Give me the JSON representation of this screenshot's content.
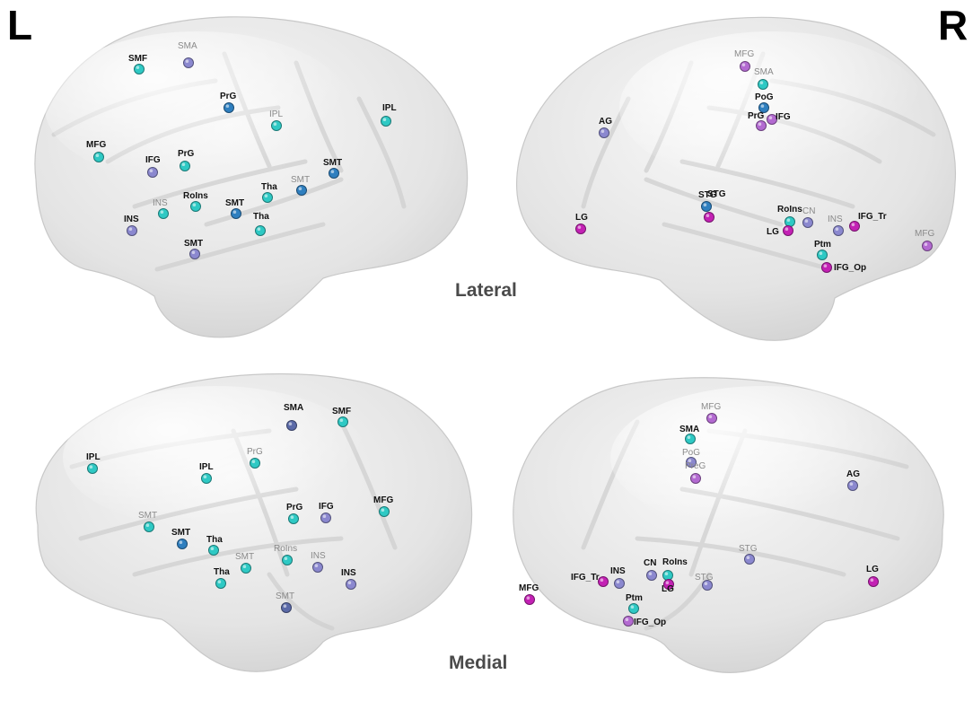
{
  "labels": {
    "left": "L",
    "right": "R",
    "lateral": "Lateral",
    "medial": "Medial"
  },
  "colors": {
    "cyan": "#2ec9c4",
    "blue": "#2f7fbf",
    "lavender": "#8b88cf",
    "violet": "#b36ad1",
    "magenta": "#c321b4",
    "slate": "#5b6aa8",
    "brain_fill": "#ececec",
    "brain_sulcus": "#d9d9d9"
  },
  "panels": [
    {
      "id": "left-lateral",
      "nodes": [
        {
          "label": "SMF",
          "color": "cyan",
          "style": "dark"
        },
        {
          "label": "SMA",
          "color": "lavender",
          "style": "faint"
        },
        {
          "label": "PrG",
          "color": "blue",
          "style": "dark"
        },
        {
          "label": "IPL",
          "color": "cyan",
          "style": "faint"
        },
        {
          "label": "IPL",
          "color": "cyan",
          "style": "dark"
        },
        {
          "label": "MFG",
          "color": "cyan",
          "style": "dark"
        },
        {
          "label": "IFG",
          "color": "lavender",
          "style": "dark"
        },
        {
          "label": "PrG",
          "color": "cyan",
          "style": "dark"
        },
        {
          "label": "SMT",
          "color": "blue",
          "style": "dark"
        },
        {
          "label": "SMT",
          "color": "blue",
          "style": "faint"
        },
        {
          "label": "Tha",
          "color": "cyan",
          "style": "dark"
        },
        {
          "label": "RoIns",
          "color": "cyan",
          "style": "dark"
        },
        {
          "label": "INS",
          "color": "cyan",
          "style": "faint"
        },
        {
          "label": "SMT",
          "color": "blue",
          "style": "dark"
        },
        {
          "label": "Tha",
          "color": "cyan",
          "style": "dark"
        },
        {
          "label": "INS",
          "color": "lavender",
          "style": "dark"
        },
        {
          "label": "SMT",
          "color": "lavender",
          "style": "dark"
        }
      ]
    },
    {
      "id": "right-lateral",
      "nodes": [
        {
          "label": "MFG",
          "color": "violet",
          "style": "faint"
        },
        {
          "label": "SMA",
          "color": "cyan",
          "style": "faint"
        },
        {
          "label": "PoG",
          "color": "blue",
          "style": "dark"
        },
        {
          "label": "PrG",
          "color": "violet",
          "style": "dark"
        },
        {
          "label": "IFG",
          "color": "violet",
          "style": "dark"
        },
        {
          "label": "AG",
          "color": "lavender",
          "style": "dark"
        },
        {
          "label": "STG",
          "color": "blue",
          "style": "dark"
        },
        {
          "label": "STG",
          "color": "magenta",
          "style": "dark"
        },
        {
          "label": "RoIns",
          "color": "cyan",
          "style": "dark"
        },
        {
          "label": "CN",
          "color": "lavender",
          "style": "faint"
        },
        {
          "label": "LG",
          "color": "magenta",
          "style": "dark"
        },
        {
          "label": "INS",
          "color": "lavender",
          "style": "faint"
        },
        {
          "label": "IFG_Tr",
          "color": "magenta",
          "style": "dark"
        },
        {
          "label": "LG",
          "color": "magenta",
          "style": "dark"
        },
        {
          "label": "Ptm",
          "color": "cyan",
          "style": "dark"
        },
        {
          "label": "IFG_Op",
          "color": "magenta",
          "style": "dark"
        },
        {
          "label": "MFG",
          "color": "violet",
          "style": "faint"
        }
      ]
    },
    {
      "id": "left-medial",
      "nodes": [
        {
          "label": "SMA",
          "color": "slate",
          "style": "dark"
        },
        {
          "label": "SMF",
          "color": "cyan",
          "style": "dark"
        },
        {
          "label": "IPL",
          "color": "cyan",
          "style": "dark"
        },
        {
          "label": "PrG",
          "color": "cyan",
          "style": "faint"
        },
        {
          "label": "IPL",
          "color": "cyan",
          "style": "dark"
        },
        {
          "label": "MFG",
          "color": "cyan",
          "style": "dark"
        },
        {
          "label": "PrG",
          "color": "cyan",
          "style": "dark"
        },
        {
          "label": "IFG",
          "color": "lavender",
          "style": "dark"
        },
        {
          "label": "SMT",
          "color": "cyan",
          "style": "faint"
        },
        {
          "label": "SMT",
          "color": "blue",
          "style": "dark"
        },
        {
          "label": "Tha",
          "color": "cyan",
          "style": "dark"
        },
        {
          "label": "SMT",
          "color": "cyan",
          "style": "faint"
        },
        {
          "label": "RoIns",
          "color": "cyan",
          "style": "faint"
        },
        {
          "label": "INS",
          "color": "lavender",
          "style": "faint"
        },
        {
          "label": "INS",
          "color": "lavender",
          "style": "dark"
        },
        {
          "label": "Tha",
          "color": "cyan",
          "style": "dark"
        },
        {
          "label": "SMT",
          "color": "slate",
          "style": "faint"
        }
      ]
    },
    {
      "id": "right-medial",
      "nodes": [
        {
          "label": "MFG",
          "color": "violet",
          "style": "faint"
        },
        {
          "label": "SMA",
          "color": "cyan",
          "style": "dark"
        },
        {
          "label": "PoG",
          "color": "lavender",
          "style": "faint"
        },
        {
          "label": "PreG",
          "color": "violet",
          "style": "faint"
        },
        {
          "label": "AG",
          "color": "lavender",
          "style": "dark"
        },
        {
          "label": "STG",
          "color": "lavender",
          "style": "faint"
        },
        {
          "label": "IFG_Tr",
          "color": "magenta",
          "style": "dark"
        },
        {
          "label": "INS",
          "color": "lavender",
          "style": "dark"
        },
        {
          "label": "CN",
          "color": "lavender",
          "style": "dark"
        },
        {
          "label": "RoIns",
          "color": "cyan",
          "style": "dark"
        },
        {
          "label": "STG",
          "color": "lavender",
          "style": "faint"
        },
        {
          "label": "LG",
          "color": "magenta",
          "style": "dark"
        },
        {
          "label": "LG",
          "color": "magenta",
          "style": "dark"
        },
        {
          "label": "MFG",
          "color": "magenta",
          "style": "dark"
        },
        {
          "label": "Ptm",
          "color": "cyan",
          "style": "dark"
        },
        {
          "label": "IFG_Op",
          "color": "violet",
          "style": "dark"
        }
      ]
    }
  ]
}
